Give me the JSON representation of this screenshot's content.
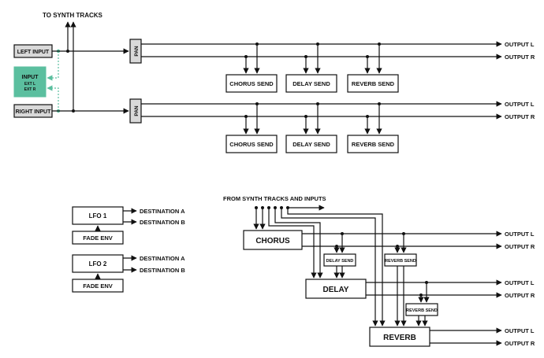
{
  "colors": {
    "accent": "#5bbf9f",
    "accent_dash": "#5bbf9f",
    "gray_box": "#d9d9d9",
    "line": "#111111"
  },
  "top": {
    "to_synth": "TO SYNTH TRACKS",
    "left_input": "LEFT INPUT",
    "right_input": "RIGHT INPUT",
    "input_box": {
      "title": "INPUT",
      "ext_l": "EXT L",
      "ext_r": "EXT R"
    },
    "pan": "PAN",
    "output_l": "OUTPUT L",
    "output_r": "OUTPUT R",
    "chorus_send": "CHORUS SEND",
    "delay_send": "DELAY SEND",
    "reverb_send": "REVERB SEND"
  },
  "lfo": {
    "lfo1": "LFO 1",
    "lfo2": "LFO 2",
    "fade_env": "FADE ENV",
    "dest_a": "DESTINATION A",
    "dest_b": "DESTINATION B"
  },
  "fx": {
    "from_synth": "FROM SYNTH TRACKS AND INPUTS",
    "chorus": "CHORUS",
    "delay": "DELAY",
    "reverb": "REVERB",
    "delay_send": "DELAY SEND",
    "reverb_send": "REVERB SEND",
    "output_l": "OUTPUT L",
    "output_r": "OUTPUT R"
  }
}
